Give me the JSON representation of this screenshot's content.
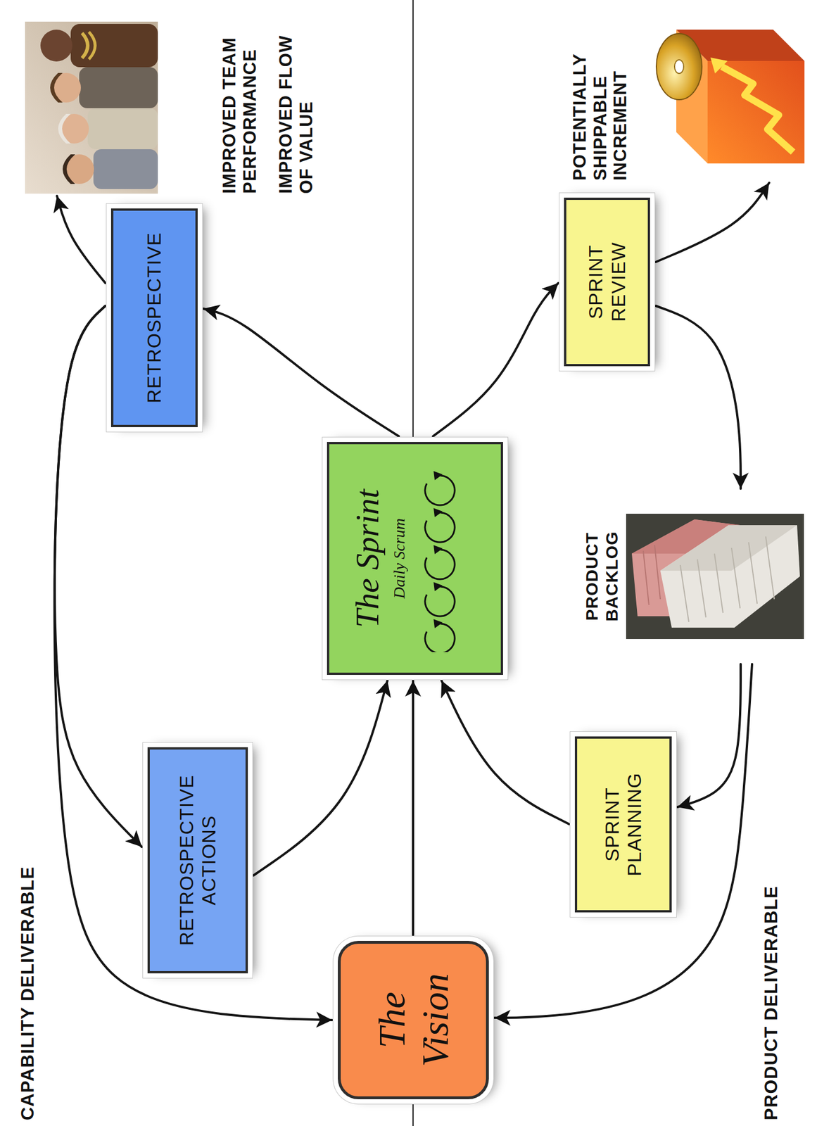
{
  "diagram": {
    "nodes": [
      {
        "text": [
          "The Vision"
        ]
      },
      {
        "text": [
          "RETROSPECTIVE ACTIONS"
        ]
      },
      {
        "text": [
          "SPRINT PLANNING"
        ]
      },
      {
        "text": [
          "The Sprint",
          "Daily Scrum"
        ]
      },
      {
        "text": [
          "PRODUCT BACKLOG"
        ]
      },
      {
        "text": [
          "RETROSPECTIVE"
        ]
      },
      {
        "text": [
          "SPRINT REVIEW"
        ]
      },
      {
        "text": [
          "IMPROVED TEAM PERFORMANCE",
          "IMPROVED FLOW OF VALUE"
        ]
      },
      {
        "text": [
          "POTENTIALLY SHIPPABLE INCREMENT"
        ]
      }
    ],
    "edges": [
      {
        "from": 0,
        "to": 3,
        "arrow": "to"
      },
      {
        "from": 1,
        "to": 3,
        "arrow": "to"
      },
      {
        "from": 2,
        "to": 3,
        "arrow": "to"
      },
      {
        "from": 3,
        "to": 5,
        "arrow": "to"
      },
      {
        "from": 3,
        "to": 6,
        "arrow": "to"
      },
      {
        "from": 5,
        "to": 7,
        "arrow": "to"
      },
      {
        "from": 6,
        "to": 8,
        "arrow": "to"
      },
      {
        "from": 6,
        "to": 4,
        "arrow": "to"
      },
      {
        "from": 4,
        "to": 2,
        "arrow": "to"
      },
      {
        "from": 4,
        "to": 0,
        "arrow": "to"
      },
      {
        "from": 5,
        "to": 1,
        "arrow": "to"
      },
      {
        "from": 5,
        "to": 0,
        "arrow": "to"
      }
    ],
    "labels": [
      "CAPABILITY DELIVERABLE",
      "PRODUCT DELIVERABLE"
    ]
  }
}
